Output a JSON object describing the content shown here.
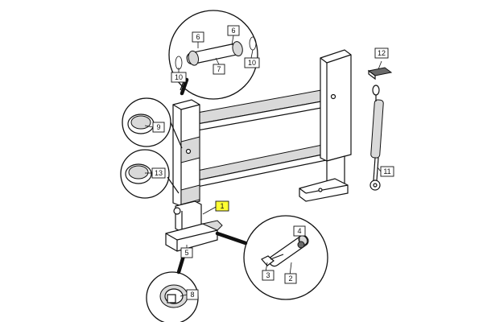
{
  "callouts": [
    {
      "id": "c1",
      "text": "1",
      "highlight": true
    },
    {
      "id": "c2",
      "text": "2"
    },
    {
      "id": "c3",
      "text": "3"
    },
    {
      "id": "c4",
      "text": "4"
    },
    {
      "id": "c5",
      "text": "5"
    },
    {
      "id": "c6a",
      "text": "6"
    },
    {
      "id": "c6b",
      "text": "6"
    },
    {
      "id": "c7",
      "text": "7"
    },
    {
      "id": "c8",
      "text": "8"
    },
    {
      "id": "c9",
      "text": "9"
    },
    {
      "id": "c10a",
      "text": "10"
    },
    {
      "id": "c10b",
      "text": "10"
    },
    {
      "id": "c11",
      "text": "11"
    },
    {
      "id": "c12",
      "text": "12"
    },
    {
      "id": "c13",
      "text": "13"
    }
  ],
  "colors": {
    "highlight": "#ffff33",
    "ink": "#111111"
  }
}
